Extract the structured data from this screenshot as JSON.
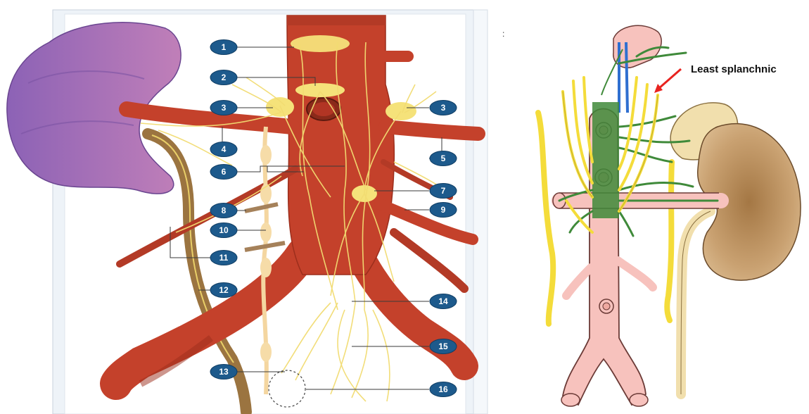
{
  "left_panel": {
    "markers": [
      {
        "id": "marker-1",
        "label": "1"
      },
      {
        "id": "marker-2",
        "label": "2"
      },
      {
        "id": "marker-3-left",
        "label": "3"
      },
      {
        "id": "marker-3-right",
        "label": "3"
      },
      {
        "id": "marker-4",
        "label": "4"
      },
      {
        "id": "marker-5",
        "label": "5"
      },
      {
        "id": "marker-6",
        "label": "6"
      },
      {
        "id": "marker-7",
        "label": "7"
      },
      {
        "id": "marker-8",
        "label": "8"
      },
      {
        "id": "marker-9",
        "label": "9"
      },
      {
        "id": "marker-10",
        "label": "10"
      },
      {
        "id": "marker-11",
        "label": "11"
      },
      {
        "id": "marker-12",
        "label": "12"
      },
      {
        "id": "marker-13",
        "label": "13"
      },
      {
        "id": "marker-14",
        "label": "14"
      },
      {
        "id": "marker-15",
        "label": "15"
      },
      {
        "id": "marker-16",
        "label": "16"
      }
    ],
    "colors": {
      "marker_fill": "#1d5a8c",
      "aorta": "#c4412b",
      "aorta_dark": "#9c2e1c",
      "kidney": "#9a6fc0",
      "nerve": "#f2dc72",
      "ganglion": "#f5e27a",
      "ureter": "#9b7440",
      "panel_bg": "#eef3f8"
    }
  },
  "right_panel": {
    "corner_mark": ":",
    "caption": "Least splanchnic",
    "colors": {
      "aorta": "#f7c2bd",
      "aorta_outline": "#6b3a36",
      "plexus": "#3f8a3a",
      "nerve": "#f4dc3a",
      "kidney": "#c79a66",
      "adrenal": "#f1dfad",
      "vein": "#2f6fd0",
      "arrow": "#e8231f"
    }
  }
}
